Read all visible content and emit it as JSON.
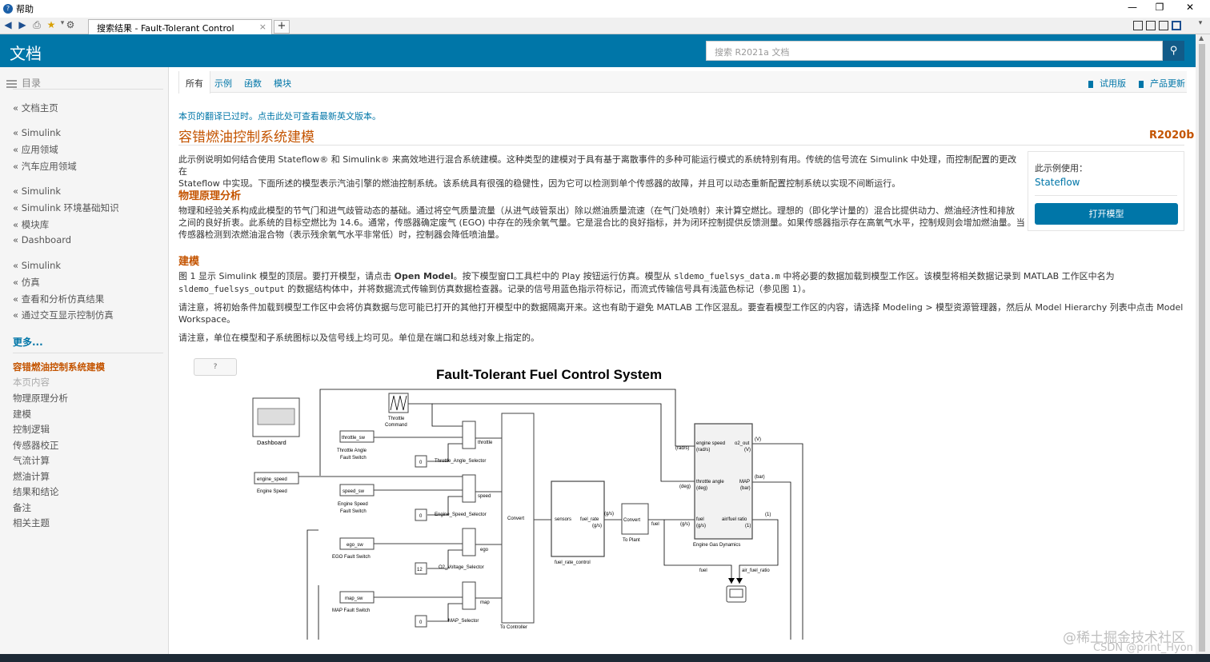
{
  "window": {
    "title": "帮助",
    "controls": {
      "minimize": "—",
      "restore": "❐",
      "close": "✕"
    }
  },
  "browser": {
    "tab_title": "搜索结果 - Fault-Tolerant Control system",
    "tab_close": "×",
    "new_tab": "+"
  },
  "header": {
    "brand": "文档",
    "search_placeholder": "搜索 R2021a 文档",
    "search_icon": "search-icon"
  },
  "sidebar": {
    "toc_label": "目录",
    "groups": [
      [
        "« 文档主页"
      ],
      [
        "« Simulink",
        "« 应用领域",
        "« 汽车应用领域"
      ],
      [
        "« Simulink",
        "« Simulink 环境基础知识",
        "« 模块库",
        "« Dashboard"
      ],
      [
        "« Simulink",
        "« 仿真",
        "« 查看和分析仿真结果",
        "« 通过交互显示控制仿真"
      ]
    ],
    "more": "更多...",
    "current": "容错燃油控制系统建模",
    "page_contents": "本页内容",
    "sections": [
      "物理原理分析",
      "建模",
      "控制逻辑",
      "传感器校正",
      "气流计算",
      "燃油计算",
      "结果和结论",
      "备注",
      "相关主题"
    ]
  },
  "content_tabs": [
    "所有",
    "示例",
    "函数",
    "模块"
  ],
  "top_links": {
    "trial": "试用版",
    "updates": "产品更新"
  },
  "main": {
    "notice": "本页的翻译已过时。点击此处可查看最新英文版本。",
    "title": "容错燃油控制系统建模",
    "release_r": "R2020",
    "release_b": "b",
    "intro_1": "此示例说明如何结合使用 Stateflow® 和 Simulink® 来高效地进行混合系统建模。这种类型的建模对于具有基于离散事件的多种可能运行模式的系统特别有用。传统的信号流在 Simulink 中处理，而控制配置的更改在",
    "intro_2": "Stateflow 中实现。下面所述的模型表示汽油引擎的燃油控制系统。该系统具有很强的稳健性，因为它可以检测到单个传感器的故障，并且可以动态重新配置控制系统以实现不间断运行。",
    "h_physics": "物理原理分析",
    "physics_1": "物理和经验关系构成此模型的节气门和进气歧管动态的基础。通过将空气质量流量（从进气歧管泵出）除以燃油质量流速（在气门处喷射）来计算空燃比。理想的（即化学计量的）混合比提供动力、燃油经济性和排放",
    "physics_2": "之间的良好折衷。此系统的目标空燃比为 14.6。通常，传感器确定废气 (EGO) 中存在的残余氧气量。它是混合比的良好指标，并为闭环控制提供反馈测量。如果传感器指示存在高氧气水平，控制规则会增加燃油量。当",
    "physics_3": "传感器检测到浓燃油混合物（表示残余氧气水平非常低）时，控制器会降低喷油量。",
    "h_model": "建模",
    "model_1a": "图 1 显示 Simulink 模型的顶层。要打开模型，请点击 ",
    "model_1b": "Open Model",
    "model_1c": "。按下模型窗口工具栏中的 Play 按钮运行仿真。模型从 ",
    "model_1d": "sldemo_fuelsys_data.m",
    "model_1e": " 中将必要的数据加载到模型工作区。该模型将相关数据记录到 MATLAB 工作区中名为",
    "model_2a": "sldemo_fuelsys_output",
    "model_2b": " 的数据结构体中，并将数据流式传输到仿真数据检查器。记录的信号用蓝色指示符标记，而流式传输信号具有浅蓝色标记（参见图 1）。",
    "note_1": "请注意，将初始条件加载到模型工作区中会将仿真数据与您可能已打开的其他打开模型中的数据隔离开来。这也有助于避免 MATLAB 工作区混乱。要查看模型工作区的内容，请选择 Modeling > 模型资源管理器，然后从 Model Hierarchy 列表中点击 Model",
    "note_2": "Workspace。",
    "note_3": "请注意，单位在模型和子系统图标以及信号线上均可见。单位是在端口和总线对象上指定的。",
    "help_btn": "?"
  },
  "aside": {
    "label": "此示例使用：",
    "product": "Stateflow",
    "button": "打开模型"
  },
  "diagram": {
    "title": "Fault-Tolerant Fuel Control System",
    "dashboard": "Dashboard",
    "throttle_command_1": "Throttle",
    "throttle_command_2": "Command",
    "throttle_sw": "throttle_sw",
    "throttle_fault_1": "Throttle Angle",
    "throttle_fault_2": "Fault Switch",
    "throttle_out": "throttle",
    "throttle_selector": "Throttle_Angle_Selector",
    "engine_speed": "engine_speed",
    "engine_speed_lbl": "Engine Speed",
    "speed_sw": "speed_sw",
    "speed_fault_1": "Engine Speed",
    "speed_fault_2": "Fault Switch",
    "speed_out": "speed",
    "speed_selector": "Engine_Speed_Selector",
    "ego_sw": "ego_sw",
    "ego_fault": "EGO Fault Switch",
    "ego_out": "ego",
    "o2_selector": "O2_Voltage_Selector",
    "map_sw": "map_sw",
    "map_fault": "MAP Fault Switch",
    "map_out": "map",
    "map_selector": "MAP_Selector",
    "const_0a": "0",
    "const_0b": "0",
    "const_12": "12",
    "const_0c": "0",
    "convert": "Convert",
    "to_controller": "To Controller",
    "sensors": "sensors",
    "fuel_rate": "fuel_rate",
    "gs_unit": "(g/s)",
    "fuel_rate_control": "fuel_rate_control",
    "convert2": "Convert",
    "to_plant": "To Plant",
    "fuel": "fuel",
    "gs_sig": "(g/s)",
    "gs_sig2": "(g/s)",
    "rads": "(rad/s)",
    "deg": "(deg)",
    "egd_engine_speed": "engine speed",
    "egd_rads": "(rad/s)",
    "egd_o2": "o2_out",
    "egd_v": "(V)",
    "egd_throttle": "throttle angle",
    "egd_deg": "(deg)",
    "egd_map": "MAP",
    "egd_bar": "(bar)",
    "egd_fuel": "fuel",
    "egd_gs": "(g/s)",
    "egd_afr": "air/fuel ratio",
    "egd_1": "(1)",
    "engine_gas": "Engine Gas Dynamics",
    "out_v": "(V)",
    "out_bar": "(bar)",
    "out_1": "(1)",
    "log_fuel": "fuel",
    "log_afr": "air_fuel_ratio"
  },
  "watermark": {
    "line1": "@稀土掘金技术社区",
    "line2": "CSDN @print_Hyon"
  }
}
